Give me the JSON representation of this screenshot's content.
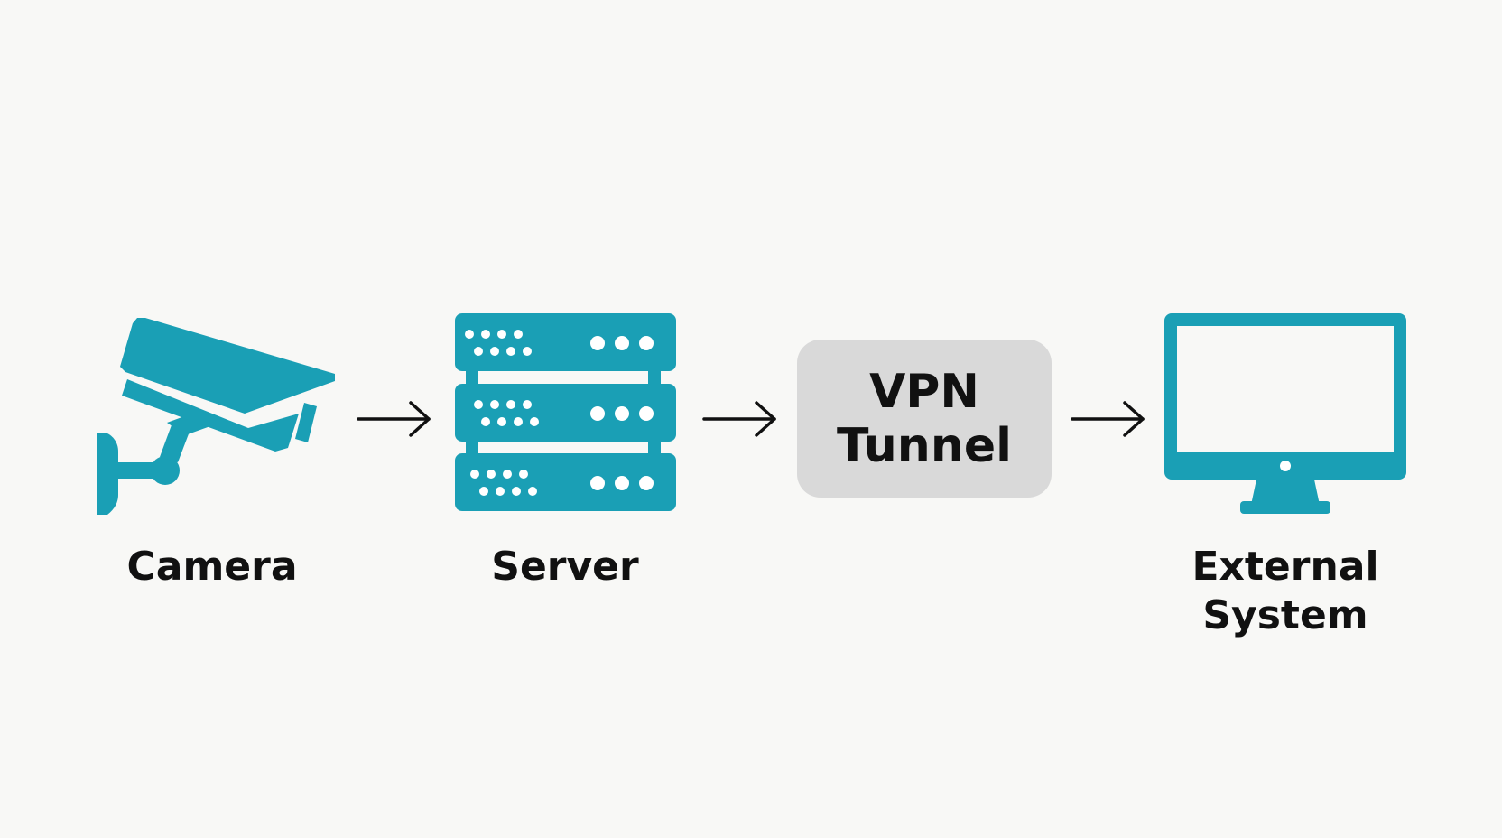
{
  "colors": {
    "accent": "#1a9fb5",
    "text": "#111111",
    "box_fill": "#d9d9d9",
    "background": "#f8f8f6"
  },
  "nodes": {
    "camera": {
      "label": "Camera",
      "icon": "security-camera-icon"
    },
    "server": {
      "label": "Server",
      "icon": "server-rack-icon"
    },
    "vpn": {
      "line1": "VPN",
      "line2": "Tunnel"
    },
    "external": {
      "line1": "External",
      "line2": "System",
      "icon": "monitor-icon"
    }
  },
  "arrows": [
    {
      "from": "Camera",
      "to": "Server"
    },
    {
      "from": "Server",
      "to": "VPN Tunnel"
    },
    {
      "from": "VPN Tunnel",
      "to": "External System"
    }
  ]
}
